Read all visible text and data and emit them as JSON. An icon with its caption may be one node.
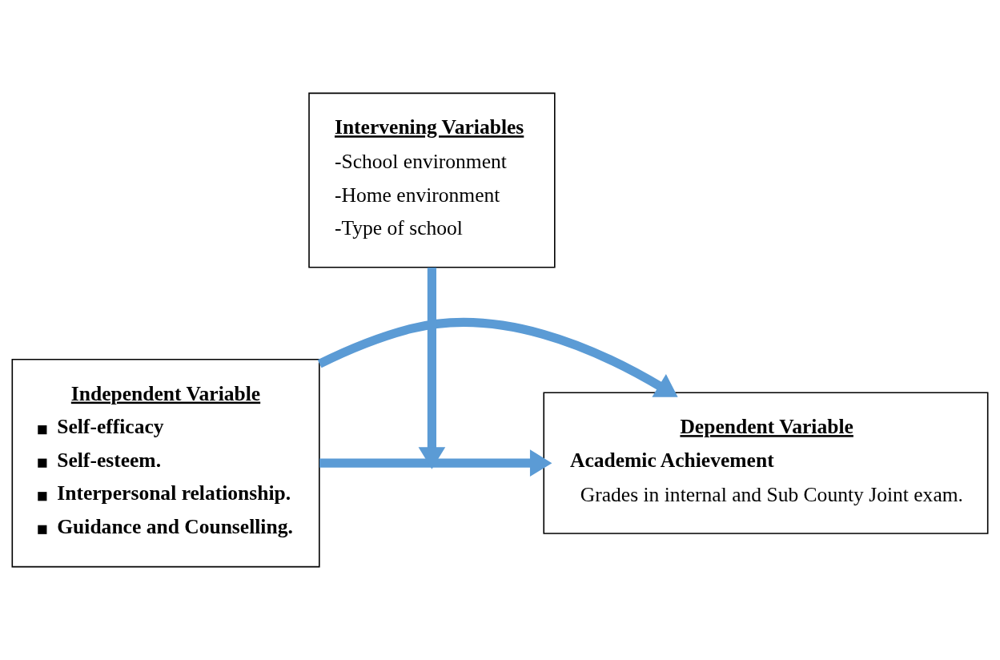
{
  "diagram": {
    "nodes": [
      {
        "text": [
          "Independent Variable",
          "Self-efficacy",
          "Self-esteem.",
          "Interpersonal relationship.",
          "Guidance and Counselling."
        ]
      },
      {
        "text": [
          "Dependent Variable",
          "Academic Achievement",
          "Grades in internal and Sub County Joint exam."
        ]
      },
      {
        "text": [
          "Intervening Variables",
          "-School environment",
          "-Home environment",
          "-Type of school"
        ]
      }
    ],
    "edges": [
      {
        "from": 0,
        "to": 1,
        "arrow": "to"
      },
      {
        "from": 0,
        "to": 1,
        "arrow": "to"
      },
      {
        "from": 2,
        "to": null,
        "arrow": "to"
      }
    ]
  }
}
